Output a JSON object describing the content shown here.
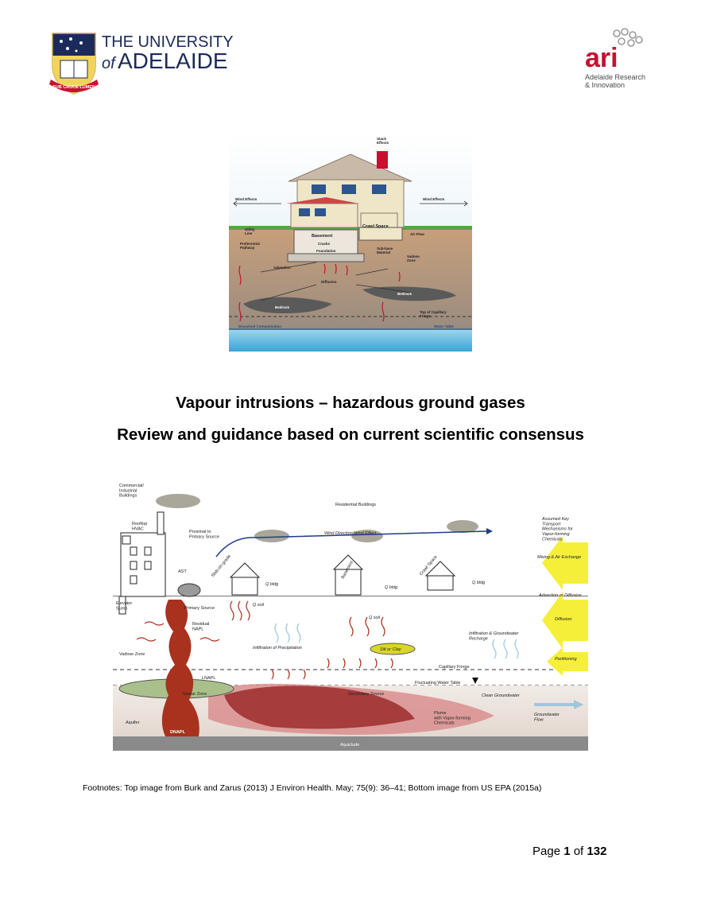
{
  "header": {
    "uni_logo": {
      "line1": "THE UNIVERSITY",
      "line2_of": "of",
      "line2_name": "ADELAIDE",
      "motto": "SUB CRUCE LUMEN"
    },
    "ari_logo": {
      "mark": "ari",
      "line1": "Adelaide Research",
      "line2": "& Innovation"
    }
  },
  "top_figure": {
    "labels": {
      "stack": "Stack\nEffects",
      "wind_left": "Wind Effects",
      "wind_right": "Wind Effects",
      "utility": "Utility\nLine",
      "preferential": "Preferential\nPathway",
      "basement": "Basement",
      "crawl_space": "Crawl Space",
      "air_flow": "Air Flow",
      "cracks": "Cracks",
      "foundation": "Foundation",
      "subbase": "Sub-base\nMaterial",
      "vadose": "Vadose\nZone",
      "advection": "Advection",
      "diffusion": "Diffusion",
      "bedrock1": "Bedrock",
      "bedrock2": "Bedrock",
      "capillary": "Top of Capillary\nFringe",
      "dissolved": "Dissolved Contamination",
      "water_table": "Water Table"
    }
  },
  "titles": {
    "line1": "Vapour intrusions – hazardous ground gases",
    "line2": "Review and guidance based on current scientific consensus"
  },
  "bottom_figure": {
    "labels": {
      "commercial": "Commercial/\nIndustrial\nBuildings",
      "residential": "Residential Buildings",
      "rooftop": "Rooftop\nHVAC",
      "proximal": "Proximal to\nPrimary Source",
      "wind": "Wind Direction/Wind Effect",
      "assumed": "Assumed Key\nTransport\nMechanisms for\nVapor-forming\nChemicals",
      "mixing": "Mixing & Air Exchange",
      "slab": "Slab-on-grade",
      "basement": "Basement",
      "crawl": "Crawl Space",
      "ast": "AST",
      "qbldg1": "Q bldg",
      "qbldg2": "Q bldg",
      "qbldg3": "Q bldg",
      "advection": "Advection or Diffusion",
      "elevator": "Elevator\nSump",
      "primary": "Primary Source",
      "qsoil1": "Q soil",
      "qsoil2": "Q soil",
      "residual": "Residual\nNAPL",
      "diffusion": "Diffusion",
      "infiltration_gw": "Infiltration & Groundwater\nRecharge",
      "infiltration_p": "Infiltration of Precipitation",
      "silt": "Silt or Clay",
      "vadose": "Vadose Zone",
      "partitioning": "Partitioning",
      "capillary": "Capillary Fringe",
      "lnapl": "LNAPL",
      "fluctuating": "Fluctuating Water Table",
      "smear": "Smear Zone",
      "secondary": "Secondary Source",
      "clean": "Clean Groundwater",
      "plume": "Plume\nwith Vapor-forming\nChemicals",
      "gw_flow": "Groundwater\nFlow",
      "aquifer": "Aquifer",
      "dnapl": "DNAPL",
      "aquiclude": "Aquiclude"
    }
  },
  "footnote": "Footnotes: Top image from Burk and Zarus (2013) J Environ Health. May; 75(9): 36–41; Bottom image from US EPA (2015a)",
  "page": {
    "prefix": "Page ",
    "current": "1",
    "sep": " of ",
    "total": "132"
  },
  "colors": {
    "navy": "#1b2a5a",
    "ari_red": "#c8102e",
    "soil": "#c49a73",
    "water": "#5ab4de",
    "napl": "#a8321d",
    "arrow_yellow": "#f6ef3a"
  }
}
